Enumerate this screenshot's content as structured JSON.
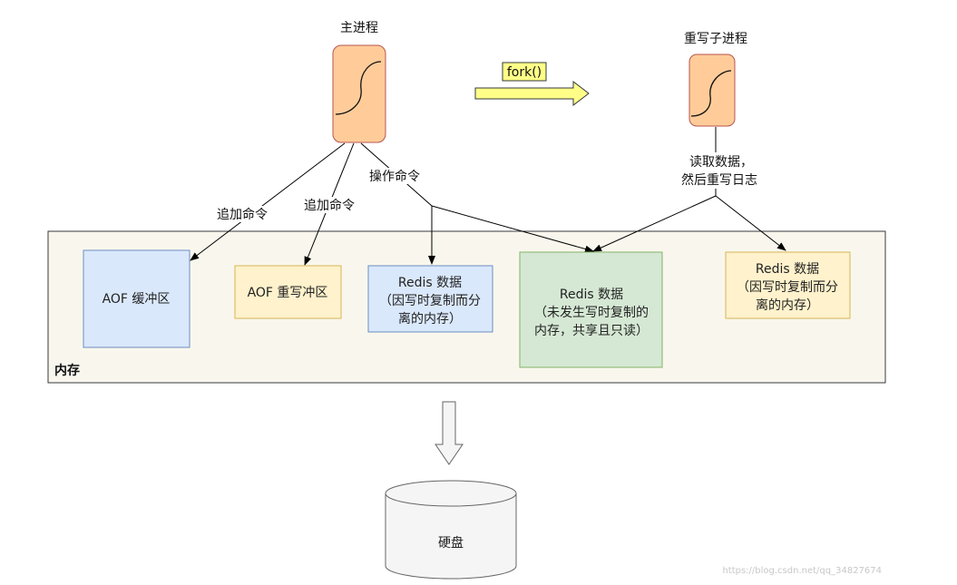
{
  "main_process": {
    "label": "主进程"
  },
  "child_process": {
    "label": "重写子进程"
  },
  "fork": {
    "label": "fork()"
  },
  "edges": {
    "append1": "追加命令",
    "append2": "追加命令",
    "op": "操作命令",
    "read_line1": "读取数据，",
    "read_line2": "然后重写日志"
  },
  "memory": {
    "label": "内存"
  },
  "boxes": {
    "aof_buffer": "AOF 缓冲区",
    "aof_rewrite_buffer": "AOF 重写冲区",
    "redis_left": {
      "line1": "Redis 数据",
      "line2": "（因写时复制而分",
      "line3": "离的内存）"
    },
    "redis_shared": {
      "line1": "Redis 数据",
      "line2": "（未发生写时复制的",
      "line3": "内存，共享且只读）"
    },
    "redis_right": {
      "line1": "Redis 数据",
      "line2": "（因写时复制而分",
      "line3": "离的内存）"
    }
  },
  "disk": {
    "label": "硬盘"
  },
  "watermark": "https://blog.csdn.net/qq_34827674",
  "colors": {
    "process_fill": "#FFCC99",
    "process_stroke": "#B85450",
    "memory_fill": "#F9F7ED",
    "blue_fill": "#DAE8FC",
    "blue_stroke": "#6C8EBF",
    "yellow_fill": "#FFF2CC",
    "yellow_stroke": "#D6B656",
    "green_fill": "#D5E8D4",
    "green_stroke": "#82B366",
    "fork_fill": "#FFFF88",
    "disk_fill": "#F5F5F5"
  }
}
